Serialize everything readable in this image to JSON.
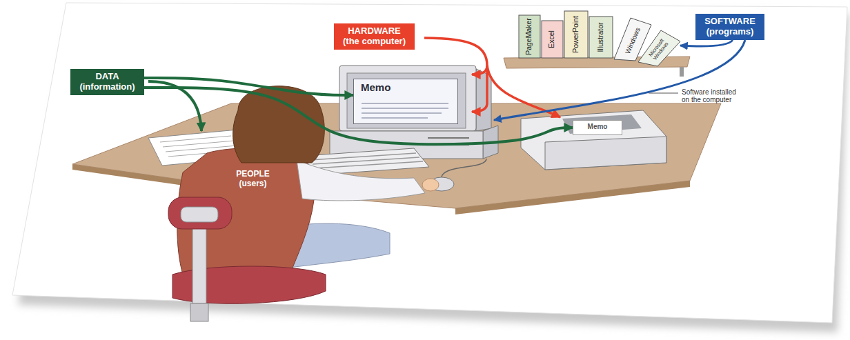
{
  "diagram": {
    "nodes": [
      {
        "text": [
          "HARDWARE",
          "(the computer)"
        ]
      },
      {
        "text": [
          "SOFTWARE",
          "(programs)"
        ]
      },
      {
        "text": [
          "DATA",
          "(information)"
        ]
      },
      {
        "text": [
          "Memo"
        ]
      },
      {
        "text": [
          "Memo"
        ]
      },
      {
        "text": [
          "PEOPLE",
          "(users)"
        ]
      }
    ],
    "edges": [
      {
        "from": 2,
        "to": 3,
        "arrow": "to"
      },
      {
        "from": 2,
        "to": 4,
        "arrow": "to"
      }
    ],
    "labels": [
      "PageMaker",
      "Excel",
      "PowerPoint",
      "Illustrator",
      "Windows",
      "Microsoft Windows",
      "Software installed on the computer"
    ]
  }
}
